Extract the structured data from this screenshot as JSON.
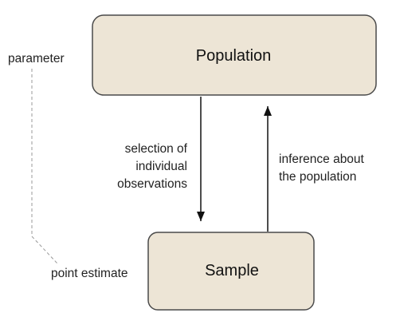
{
  "nodes": {
    "population": {
      "label": "Population"
    },
    "sample": {
      "label": "Sample"
    }
  },
  "side_labels": {
    "parameter": "parameter",
    "point_estimate": "point estimate"
  },
  "edges": {
    "selection": {
      "lines": [
        "selection of",
        "individual",
        "observations"
      ]
    },
    "inference": {
      "lines": [
        "inference about",
        "the population"
      ]
    }
  },
  "colors": {
    "box_fill": "#ede5d6",
    "box_stroke": "#4a4a4a",
    "arrow": "#111111",
    "dashed": "#9a9a9a"
  }
}
